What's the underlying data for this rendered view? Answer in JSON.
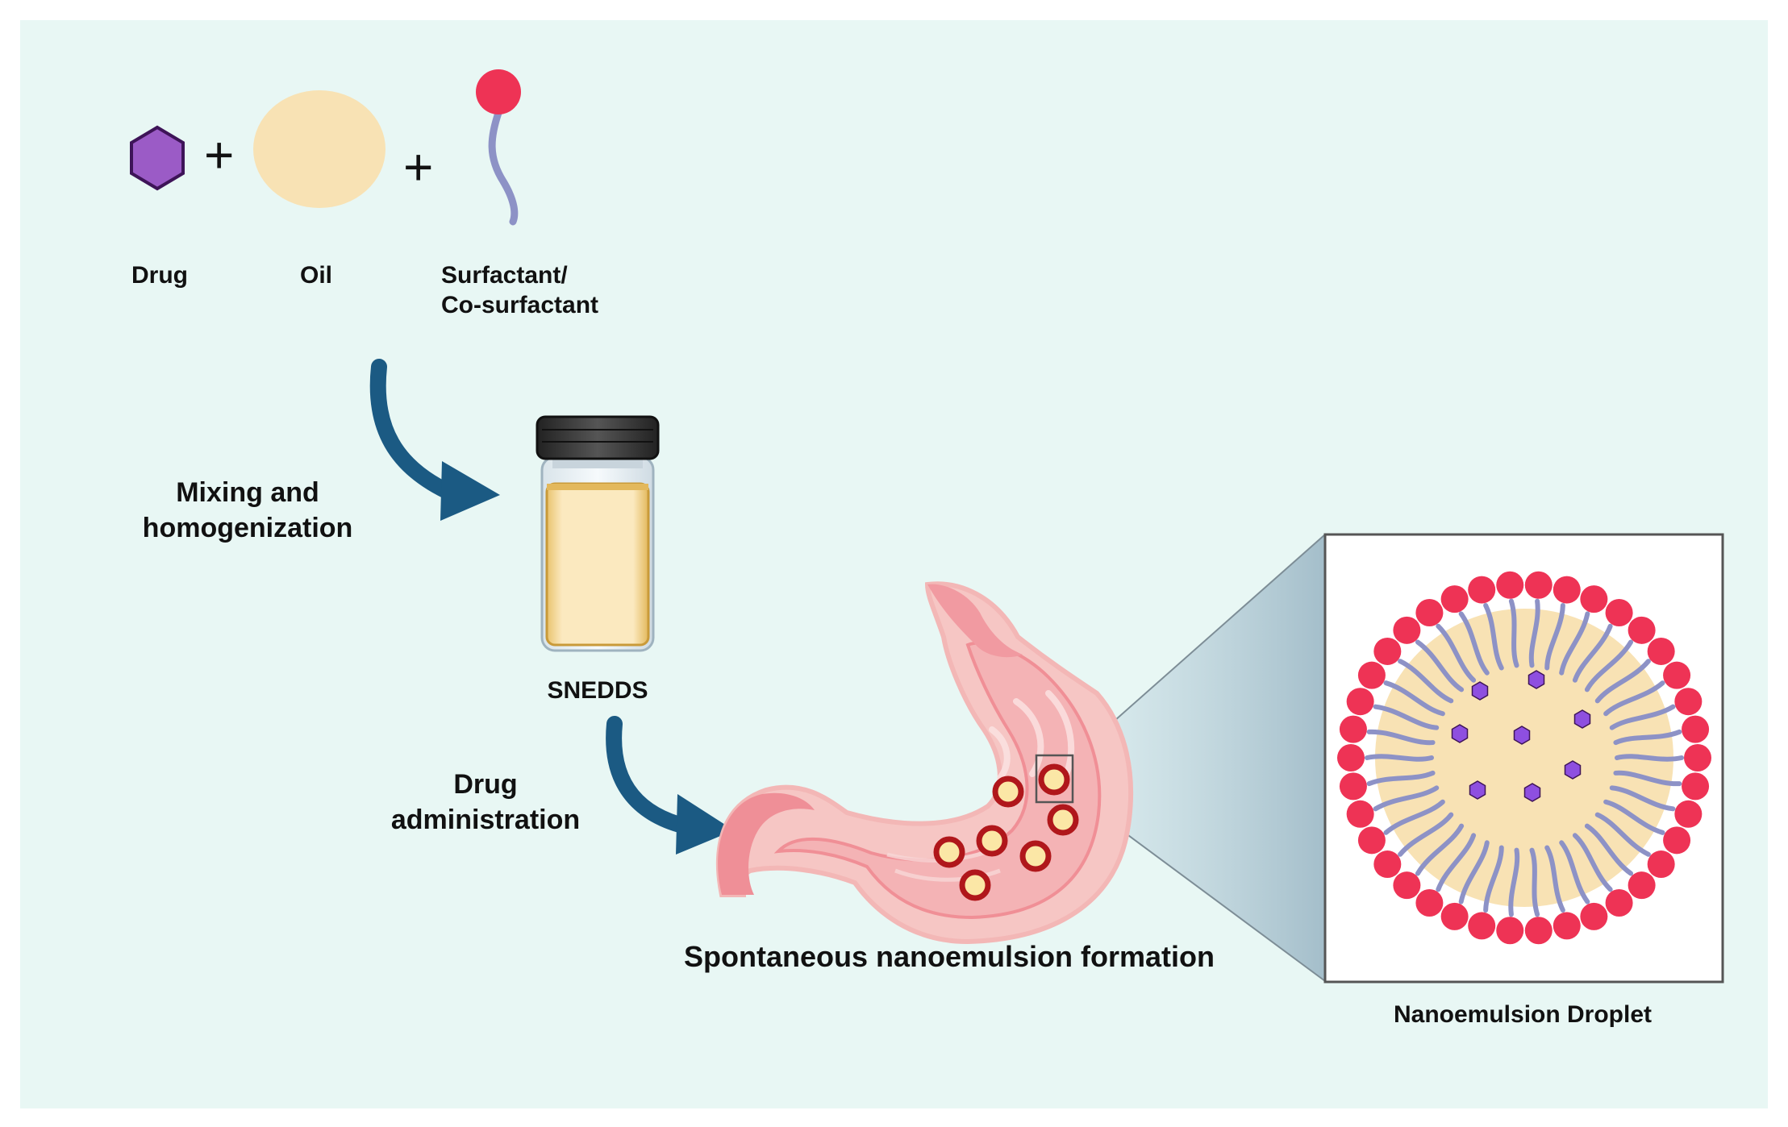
{
  "ingredients": {
    "drug": "Drug",
    "oil": "Oil",
    "surfactant_line1": "Surfactant/",
    "surfactant_line2": "Co-surfactant",
    "plus": "+"
  },
  "steps": {
    "mixing_line1": "Mixing and",
    "mixing_line2": "homogenization",
    "product": "SNEDDS",
    "admin_line1": "Drug",
    "admin_line2": "administration",
    "formation": "Spontaneous nanoemulsion formation"
  },
  "inset": {
    "caption": "Nanoemulsion Droplet"
  },
  "colors": {
    "background": "#e8f7f4",
    "drug": "#9b5bc6",
    "oil": "#f8e2b4",
    "surfactant_head": "#ee3355",
    "surfactant_tail": "#8d92c6",
    "arrow": "#1b5a83",
    "stomach": "#f2a3a8",
    "droplet_ring": "#b0171b"
  }
}
